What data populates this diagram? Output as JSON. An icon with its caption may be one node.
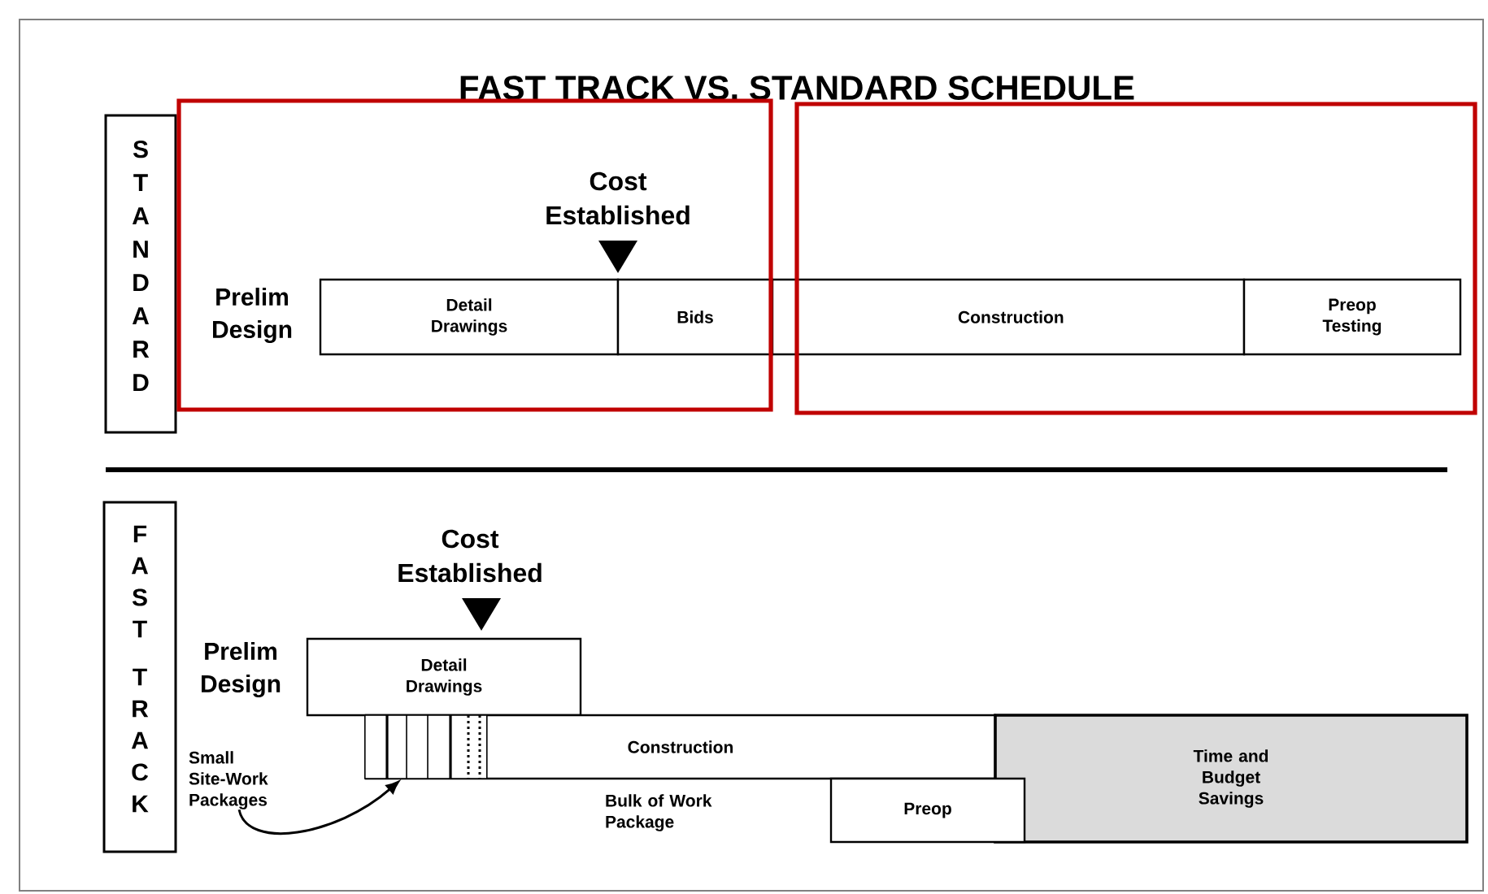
{
  "diagram": {
    "title": "FAST TRACK VS. STANDARD SCHEDULE",
    "nodes": [
      {
        "text": [
          "STANDARD"
        ]
      },
      {
        "text": [
          "Detail Drawings"
        ]
      },
      {
        "text": [
          "Bids"
        ]
      },
      {
        "text": [
          "Construction"
        ]
      },
      {
        "text": [
          "Preop Testing"
        ]
      },
      {
        "text": [
          "FAST TRACK"
        ]
      },
      {
        "text": [
          "Detail Drawings"
        ]
      },
      {
        "text": [
          "Construction"
        ]
      },
      {
        "text": [],
        "shape": "box",
        "in": 7
      },
      {
        "text": [
          "Small Site-Work Packages"
        ]
      },
      {
        "text": [
          "Preop"
        ]
      },
      {
        "text": [
          "Time and Budget Savings"
        ]
      }
    ],
    "edges": [
      {
        "from": 9,
        "to": 8,
        "arrow": "to"
      }
    ],
    "labels": [
      "Cost Established",
      "Prelim Design",
      "Cost Established",
      "Prelim Design",
      "Bulk of Work Package"
    ]
  }
}
